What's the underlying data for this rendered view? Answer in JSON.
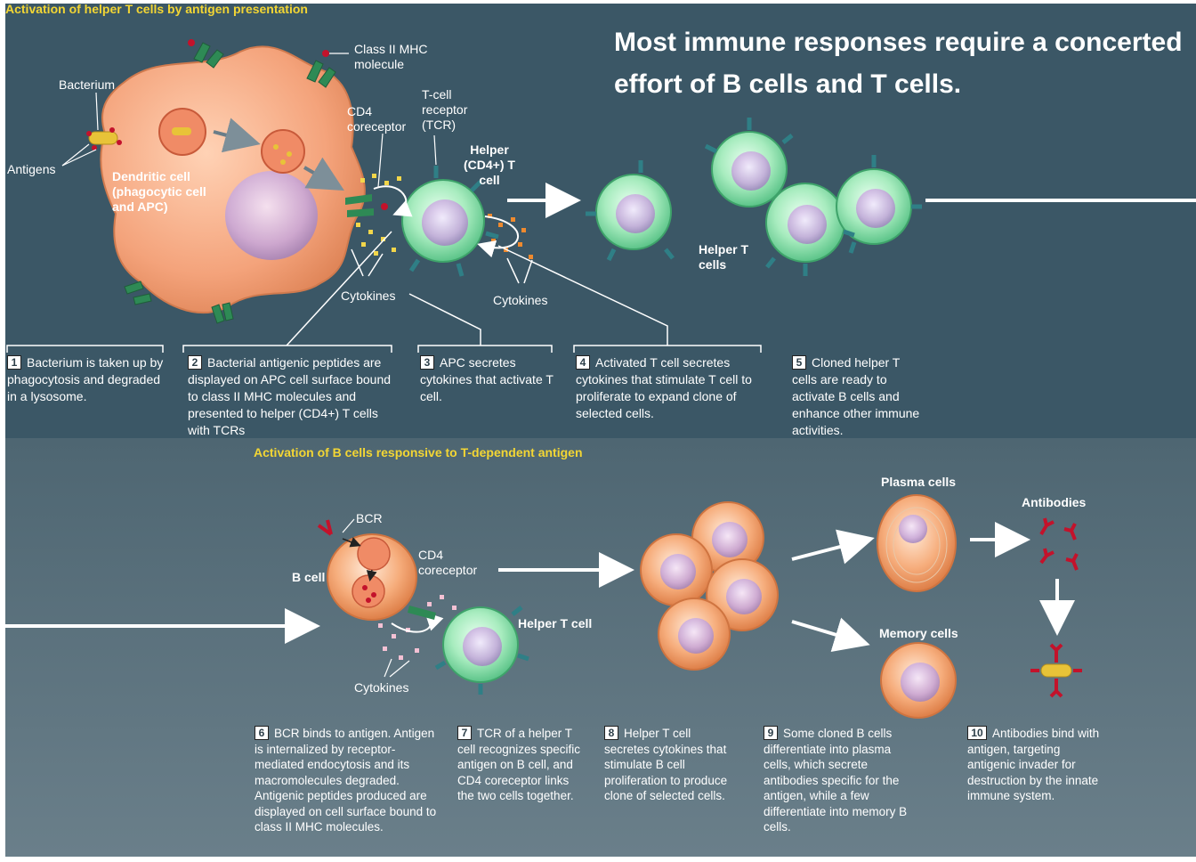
{
  "headline": "Most immune responses require a concerted effort of B cells and T cells.",
  "top_section": {
    "title": "Activation of helper T cells by antigen presentation",
    "labels": {
      "bacterium": "Bacterium",
      "antigens": "Antigens",
      "dendritic": "Dendritic cell (phagocytic cell and APC)",
      "mhc": "Class II MHC molecule",
      "cd4": "CD4 coreceptor",
      "tcr": "T-cell receptor (TCR)",
      "helper": "Helper (CD4+) T cell",
      "cytokines_a": "Cytokines",
      "cytokines_b": "Cytokines",
      "helper_cells": "Helper T cells"
    },
    "steps": [
      {
        "num": "1",
        "text": "Bacterium is taken up by phagocytosis and degraded in a lysosome."
      },
      {
        "num": "2",
        "text": "Bacterial antigenic peptides are displayed on APC cell surface bound to class II MHC molecules and presented to helper (CD4+) T cells with TCRs"
      },
      {
        "num": "3",
        "text": "APC secretes cytokines that activate T cell."
      },
      {
        "num": "4",
        "text": "Activated T cell secretes cytokines that stimulate T cell to proliferate to expand clone of selected cells."
      },
      {
        "num": "5",
        "text": "Cloned helper T cells are ready to activate B cells and enhance other immune activities."
      }
    ]
  },
  "bottom_section": {
    "title": "Activation of B cells responsive to T-dependent antigen",
    "labels": {
      "bcr": "BCR",
      "bcell": "B cell",
      "cd4": "CD4 coreceptor",
      "helper": "Helper T cell",
      "cytokines": "Cytokines",
      "plasma": "Plasma cells",
      "memory": "Memory cells",
      "antibodies": "Antibodies"
    },
    "steps": [
      {
        "num": "6",
        "text": "BCR binds to antigen. Antigen is internalized by receptor-mediated endocytosis and its macromolecules degraded. Antigenic peptides produced are displayed on cell surface bound to class II MHC molecules."
      },
      {
        "num": "7",
        "text": "TCR of a helper T cell recognizes specific antigen on B cell, and CD4 coreceptor links the two cells together."
      },
      {
        "num": "8",
        "text": "Helper T cell secretes cytokines that stimulate B cell proliferation to produce clone of selected cells."
      },
      {
        "num": "9",
        "text": "Some cloned B cells differentiate into plasma cells, which secrete antibodies specific for the antigen, while a few differentiate into memory B cells."
      },
      {
        "num": "10",
        "text": "Antibodies bind with antigen, targeting antigenic invader for destruction by the innate immune system."
      }
    ]
  },
  "colors": {
    "top_panel": "#3b5766",
    "bottom_panel": "#5d727d",
    "title_yellow": "#f3d634",
    "dendritic": "#f3a77f",
    "t_cell": "#9fe3b4",
    "b_cell": "#f1a36e",
    "receptor": "#2f7f86"
  }
}
